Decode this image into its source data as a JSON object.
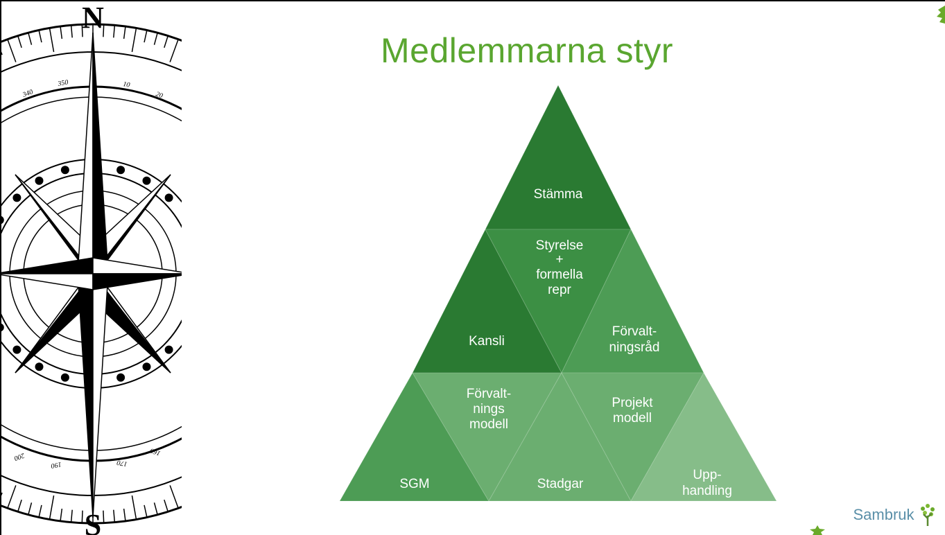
{
  "slide": {
    "title": "Medlemmarna styr"
  },
  "compass": {
    "north_label": "N",
    "south_label": "S",
    "top_degrees": [
      "340",
      "350",
      "10",
      "20"
    ],
    "bottom_degrees": [
      "200",
      "190",
      "170",
      "160"
    ]
  },
  "pyramid": {
    "top": "Stämma",
    "middle_row": [
      {
        "lines": [
          "Kansli"
        ]
      },
      {
        "lines": [
          "Styrelse",
          "+",
          "formella",
          "repr"
        ]
      },
      {
        "lines": [
          "Förvalt-",
          "ningsråd"
        ]
      }
    ],
    "bottom_row": [
      {
        "lines": [
          "SGM"
        ]
      },
      {
        "lines": [
          "Förvalt-",
          "nings",
          "modell"
        ]
      },
      {
        "lines": [
          "Stadgar"
        ]
      },
      {
        "lines": [
          "Projekt",
          "modell"
        ]
      },
      {
        "lines": [
          "Upp-",
          "handling"
        ]
      }
    ],
    "colors": {
      "dark": "#2a7a32",
      "mid_dark": "#3c8f44",
      "mid": "#4d9c55",
      "light": "#6bae70",
      "lighter": "#86bd89"
    }
  },
  "logo": {
    "text": "Sambruk",
    "color": "#5a8fa8",
    "leaf_color": "#6aaa2a"
  }
}
